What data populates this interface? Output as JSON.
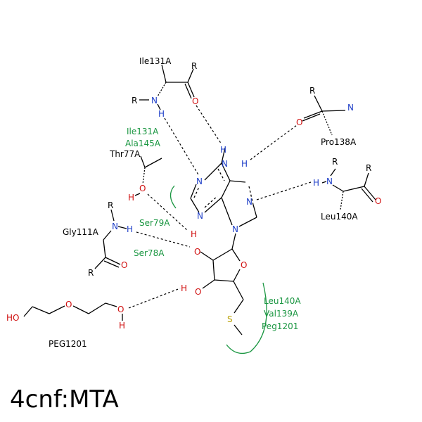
{
  "title": "4cnf:MTA",
  "residues": {
    "ile131": "Ile131A",
    "pro138": "Pro138A",
    "thr77": "Thr77A",
    "leu140": "Leu140A",
    "gly111": "Gly111A",
    "peg": "PEG1201"
  },
  "hydrophobic_groups": {
    "top": [
      "Ile131A",
      "Ala145A"
    ],
    "ser79": "Ser79A",
    "ser78": "Ser78A",
    "bottom": [
      "Leu140A",
      "Val139A",
      "Peg1201"
    ]
  },
  "atoms": {
    "N": "N",
    "H": "H",
    "O": "O",
    "S": "S",
    "R": "R",
    "HO": "HO"
  },
  "colors": {
    "nitrogen": "#2040c8",
    "oxygen": "#d01010",
    "sulfur": "#b8a000",
    "hydrophobic": "#1a9641"
  }
}
